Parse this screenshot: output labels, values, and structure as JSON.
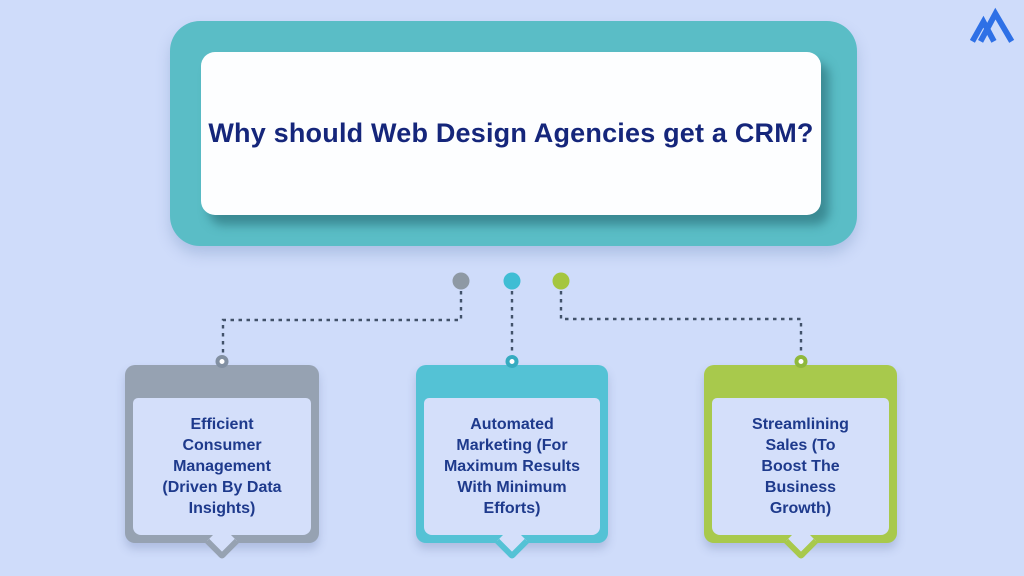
{
  "page": {
    "background": "#cfdcfa"
  },
  "logo": {
    "name": "mountain-logo",
    "color": "#2e70e6"
  },
  "header": {
    "title": "Why should Web Design Agencies get a CRM?",
    "container_color": "#5abdc6",
    "panel_color": "#fdfeff",
    "title_color": "#15267b"
  },
  "connector": {
    "line_color": "#42526a",
    "dots": [
      {
        "name": "gray-dot",
        "color": "#8e99a4"
      },
      {
        "name": "teal-dot",
        "color": "#3fbdd4"
      },
      {
        "name": "lime-dot",
        "color": "#a5c63f"
      }
    ]
  },
  "card_text_color": "#1e3a8c",
  "cards": [
    {
      "label": "Efficient\nConsumer\nManagement\n(Driven By Data\nInsights)",
      "accent": "#96a2b2",
      "ring": "#8290a2"
    },
    {
      "label": "Automated\nMarketing (For\nMaximum Results\nWith Minimum\nEfforts)",
      "accent": "#54c2d5",
      "ring": "#36abc0"
    },
    {
      "label": "Streamlining\nSales (To\nBoost The\nBusiness\nGrowth)",
      "accent": "#a8c94c",
      "ring": "#8fb83c"
    }
  ]
}
